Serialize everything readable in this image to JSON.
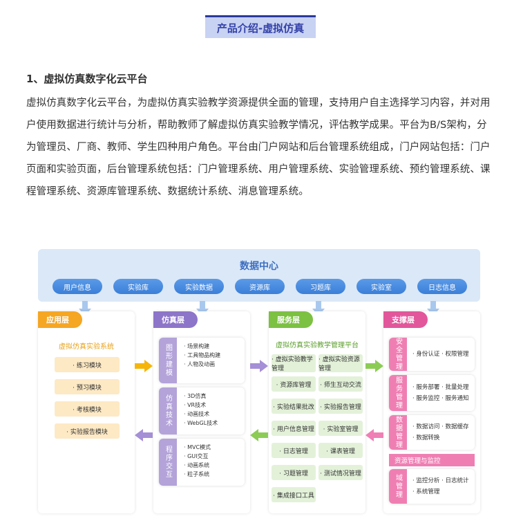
{
  "header": {
    "title": "产品介绍-虚拟仿真"
  },
  "section": {
    "heading": "1、虚拟仿真数字化云平台",
    "paragraph": "虚拟仿真数字化云平台，为虚拟仿真实验教学资源提供全面的管理，支持用户自主选择学习内容，并对用户使用数据进行统计与分析，帮助教师了解虚拟仿真实验教学情况，评估教学成果。平台为B/S架构，分为管理员、厂商、教师、学生四种用户角色。平台由门户网站和后台管理系统组成，门户网站包括：门户页面和实验页面，后台管理系统包括：门户管理系统、用户管理系统、实验管理系统、预约管理系统、课程管理系统、资源库管理系统、数据统计系统、消息管理系统。"
  },
  "diagram": {
    "data_center": {
      "title": "数据中心",
      "items": [
        "用户信息",
        "实验库",
        "实验数据",
        "资源库",
        "习题库",
        "实验室",
        "日志信息"
      ]
    },
    "app_layer": {
      "tag": "应用层",
      "subtitle": "虚拟仿真实验系统",
      "items": [
        "· 练习模块",
        "· 预习模块",
        "· 考核模块",
        "· 实验报告模块"
      ]
    },
    "sim_layer": {
      "tag": "仿真层",
      "groups": [
        {
          "side": "图形建模",
          "items": [
            "· 场景构建",
            "· 工具物品构建",
            "· 人物及动画"
          ]
        },
        {
          "side": "仿真技术",
          "items": [
            "· 3D仿真",
            "· VR技术",
            "· 动画技术",
            "· WebGL技术"
          ]
        },
        {
          "side": "程序交互",
          "items": [
            "· MVC模式",
            "· GUI交互",
            "· 动画系统",
            "· 粒子系统"
          ]
        }
      ]
    },
    "svc_layer": {
      "tag": "服务层",
      "subtitle": "虚拟仿真实验教学管理平台",
      "items": [
        "· 虚拟实验教学管理",
        "· 虚拟实验资源管理",
        "· 资源库管理",
        "· 师生互动交流",
        "· 实验结果批改",
        "· 实验报告管理",
        "· 用户信息管理",
        "· 实验室管理",
        "· 日志管理",
        "· 课表管理",
        "· 习题管理",
        "· 测试情况管理",
        "· 集成接口工具"
      ]
    },
    "sup_layer": {
      "tag": "支撑层",
      "groups": [
        {
          "side": "安全管理",
          "text": [
            "· 身份认证  · 权限管理"
          ]
        },
        {
          "side": "服务管理",
          "text": [
            "· 服务部署  · 批量处理",
            "· 服务监控  · 服务通知"
          ]
        },
        {
          "side": "数据管理",
          "text": [
            "· 数据访问  · 数据缓存",
            "· 数据转换"
          ]
        },
        {
          "side": "域管理",
          "text": [
            "· 监控分析  · 日志统计",
            "· 系统管理"
          ]
        }
      ],
      "bar": "资源管理与监控"
    },
    "colors": {
      "data_center_bg": "#dbe8f7",
      "pill_blue": "#3a7fd8",
      "app": "#f5a623",
      "sim": "#8d75c9",
      "svc": "#7cc142",
      "sup": "#e2579b"
    }
  }
}
